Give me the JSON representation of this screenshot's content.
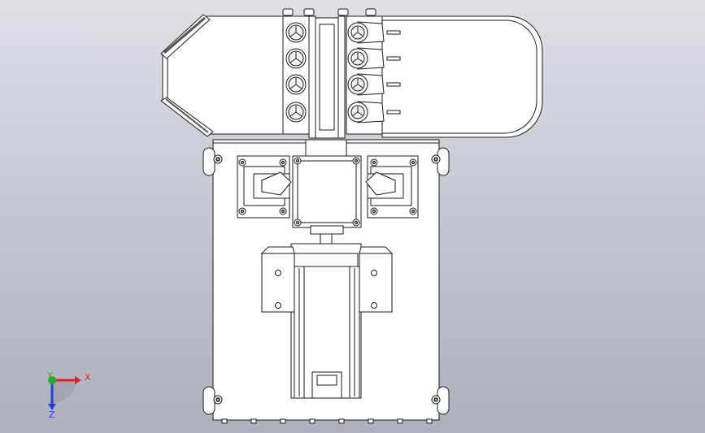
{
  "viewport": {
    "background_top": "#dfe0e6",
    "background_bottom": "#aeb0bd",
    "line_color": "#1a1a1a",
    "part_fill": "#ffffff"
  },
  "triad": {
    "x_label": "X",
    "y_label": "Y",
    "z_label": "Z",
    "x_color": "#e02020",
    "y_color": "#20b020",
    "z_color": "#2040e0"
  }
}
